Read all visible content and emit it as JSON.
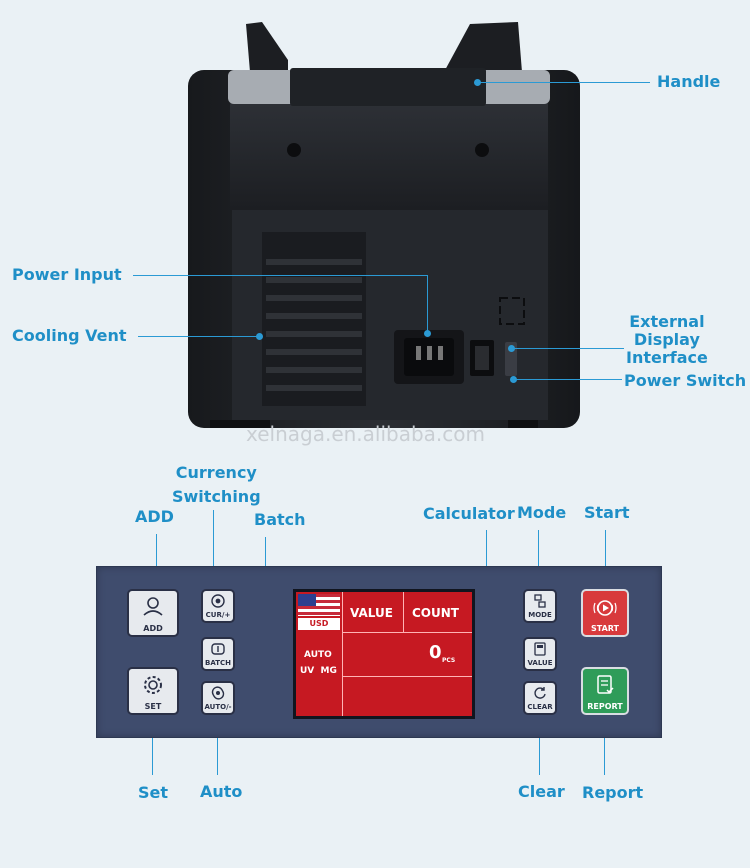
{
  "watermark": "xelnaga.en.alibaba.com",
  "machine_labels": {
    "handle": "Handle",
    "power_input": "Power Input",
    "cooling_vent": "Cooling Vent",
    "external_display": [
      "External",
      "Display",
      "Interface"
    ],
    "power_switch": "Power Switch"
  },
  "panel_labels": {
    "currency_switching": [
      "Currency",
      "Switching"
    ],
    "add": "ADD",
    "batch": "Batch",
    "calculator": "Calculator",
    "mode": "Mode",
    "start": "Start",
    "set": "Set",
    "auto": "Auto",
    "clear": "Clear",
    "report": "Report"
  },
  "keys": {
    "add": "ADD",
    "cur": "CUR/+",
    "batch": "BATCH",
    "set": "SET",
    "auto": "AUTO/-",
    "mode": "MODE",
    "value": "VALUE",
    "clear": "CLEAR",
    "start": "START",
    "report": "REPORT"
  },
  "screen": {
    "currency": "USD",
    "col_value": "VALUE",
    "col_count": "COUNT",
    "mode_auto": "AUTO",
    "mode_uv_mg": "UV  MG",
    "count_value": "0",
    "count_unit": "PCS"
  },
  "colors": {
    "accent": "#1f8fc7",
    "panel": "#3f4c6d",
    "screen": "#c61922",
    "start_key": "#d83a3c",
    "report_key": "#2f9c59"
  }
}
